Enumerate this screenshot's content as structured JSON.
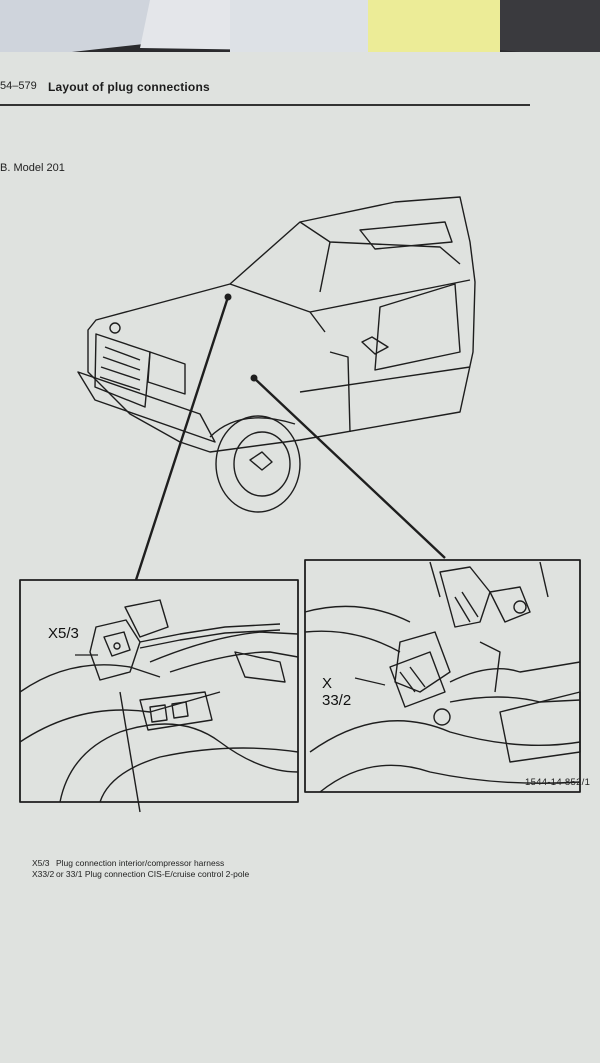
{
  "page": {
    "page_number": "54–579",
    "title": "Layout of plug connections",
    "section": "B. Model 201"
  },
  "figure": {
    "callouts": {
      "x5_3": "X5/3",
      "x33_2_line1": "X",
      "x33_2_line2": "33/2"
    },
    "reference": "1544-14 852/1"
  },
  "legend": [
    {
      "code": "X5/3",
      "text": "Plug connection interior/compressor harness"
    },
    {
      "code": "X33/2",
      "text": "or 33/1 Plug connection CIS-E/cruise control 2-pole"
    }
  ],
  "colors": {
    "paper": "#dfe2df",
    "ink": "#1c1c1c",
    "sticky_note": "#ecec97",
    "background": "#2b2b2e"
  }
}
